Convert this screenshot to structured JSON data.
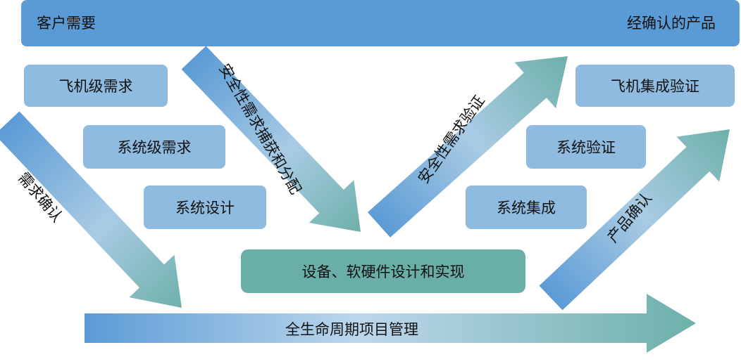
{
  "top_bar": {
    "left": "客户需要",
    "right": "经确认的产品"
  },
  "left_boxes": {
    "aircraft_req": "飞机级需求",
    "system_req": "系统级需求",
    "system_design": "系统设计"
  },
  "right_boxes": {
    "aircraft_verify": "飞机集成验证",
    "system_verify": "系统验证",
    "system_integration": "系统集成"
  },
  "center_box": "设备、软硬件设计和实现",
  "arrows": {
    "req_confirm": "需求确认",
    "safety_capture": "安全性需求捕获和分配",
    "safety_verify": "安全性需求验证",
    "product_confirm": "产品确认",
    "lifecycle": "全生命周期项目管理"
  },
  "colors": {
    "blue": "#5b9bd5",
    "light_blue": "#8fbbe0",
    "teal": "#6aaea8"
  }
}
